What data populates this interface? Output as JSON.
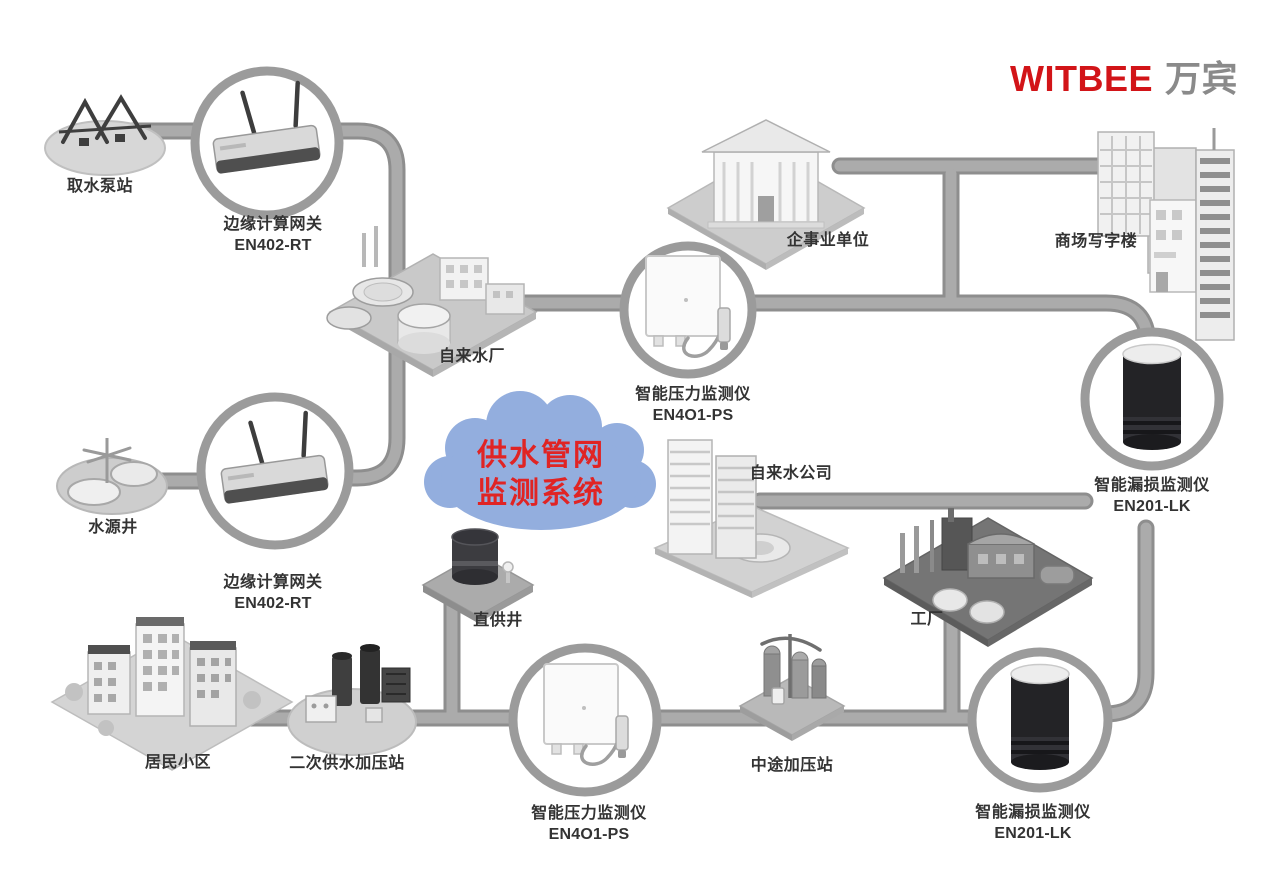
{
  "logo": {
    "brand": "WITBEE",
    "suffix": "万宾"
  },
  "cloud": {
    "line1": "供水管网",
    "line2": "监测系统"
  },
  "nodes": {
    "intake": {
      "label": "取水泵站"
    },
    "gateway1": {
      "label": "边缘计算网关",
      "model": "EN402-RT"
    },
    "plant": {
      "label": "自来水厂"
    },
    "pressure1": {
      "label": "智能压力监测仪",
      "model": "EN4O1-PS"
    },
    "enterprise": {
      "label": "企事业单位"
    },
    "mall": {
      "label": "商场写字楼"
    },
    "leak1": {
      "label": "智能漏损监测仪",
      "model": "EN201-LK"
    },
    "well": {
      "label": "水源井"
    },
    "gateway2": {
      "label": "边缘计算网关",
      "model": "EN402-RT"
    },
    "residential": {
      "label": "居民小区"
    },
    "secondary": {
      "label": "二次供水加压站"
    },
    "directwell": {
      "label": "直供井"
    },
    "pressure2": {
      "label": "智能压力监测仪",
      "model": "EN4O1-PS"
    },
    "midway": {
      "label": "中途加压站"
    },
    "factory": {
      "label": "工厂"
    },
    "watercompany": {
      "label": "自来水公司"
    },
    "leak2": {
      "label": "智能漏损监测仪",
      "model": "EN201-LK"
    }
  },
  "colors": {
    "brand_red": "#d21418",
    "brand_gray": "#8a8a8a",
    "cloud_fill": "#93aede",
    "cloud_text_red": "#e02424",
    "pipe_gray": "#a6a6a6",
    "label_text": "#333333"
  }
}
